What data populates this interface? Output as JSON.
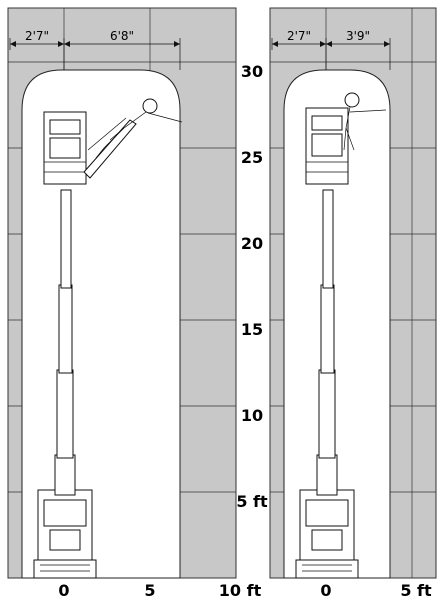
{
  "left_diagram": {
    "dimensions": [
      "2'7\"",
      "6'8\""
    ],
    "x_ticks": [
      "0",
      "5",
      "10 ft"
    ]
  },
  "right_diagram": {
    "dimensions": [
      "2'7\"",
      "3'9\""
    ],
    "x_ticks": [
      "0",
      "5 ft"
    ]
  },
  "height_scale": [
    "30",
    "25",
    "20",
    "15",
    "10",
    "5 ft"
  ],
  "colors": {
    "grid_fill": "#c8c8c8",
    "envelope_fill": "#ffffff",
    "grid_line": "#333333",
    "line_art": "#111111"
  }
}
